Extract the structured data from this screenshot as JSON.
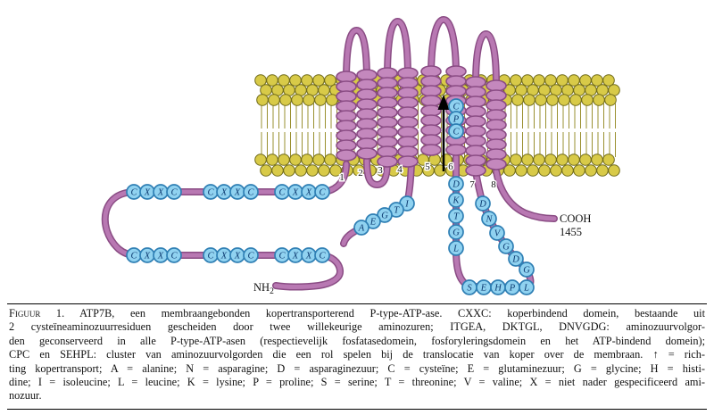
{
  "figure": {
    "helix_numbers": [
      "1",
      "2",
      "3",
      "4",
      "5",
      "6",
      "7",
      "8"
    ],
    "chains": [
      {
        "name": "cxxc-top-1",
        "letters": [
          "C",
          "X",
          "X",
          "C"
        ]
      },
      {
        "name": "cxxc-top-2",
        "letters": [
          "C",
          "X",
          "X",
          "C"
        ]
      },
      {
        "name": "cxxc-top-3",
        "letters": [
          "C",
          "X",
          "X",
          "C"
        ]
      },
      {
        "name": "cxxc-bottom-1",
        "letters": [
          "C",
          "X",
          "X",
          "C"
        ]
      },
      {
        "name": "cxxc-bottom-2",
        "letters": [
          "C",
          "X",
          "X",
          "C"
        ]
      },
      {
        "name": "cxxc-bottom-3",
        "letters": [
          "C",
          "X",
          "X",
          "C"
        ]
      },
      {
        "name": "itgea",
        "letters": [
          "I",
          "T",
          "G",
          "E",
          "A"
        ]
      },
      {
        "name": "dktgl",
        "letters": [
          "D",
          "K",
          "T",
          "G",
          "L"
        ]
      },
      {
        "name": "sehpl",
        "letters": [
          "S",
          "E",
          "H",
          "P",
          "L"
        ]
      },
      {
        "name": "dnvgdg",
        "letters": [
          "D",
          "N",
          "V",
          "G",
          "D",
          "G"
        ]
      },
      {
        "name": "cpc",
        "letters": [
          "C",
          "P",
          "C"
        ]
      }
    ],
    "labels": {
      "nh2_main": "NH",
      "nh2_sub": "2",
      "cooh": "COOH",
      "cooh_number": "1455"
    },
    "colors": {
      "strand": "#b878b2",
      "strand_dark": "#8a4c84",
      "helix_fill": "#c488bd",
      "bead_fill": "#90d2f0",
      "bead_stroke": "#2f7fb4",
      "bead_text": "#0c3a70",
      "head_fill": "#d8ca48",
      "head_stroke": "#6f6a1a",
      "tail_stroke": "#9a9030",
      "arrow": "#000000",
      "text": "#111111"
    }
  },
  "caption": {
    "label": "Figuur 1.",
    "lines": [
      "ATP7B, een membraangebonden kopertransporterend P-type-ATP-ase. CXXC: koperbindend domein, bestaande uit",
      "2 cysteïneaminozuurresiduen gescheiden door twee willekeurige aminozuren; ITGEA, DKTGL, DNVGDG: aminozuurvolgor-",
      "den geconserveerd in alle P-type-ATP-asen (respectievelijk fosfatasedomein, fosforyleringsdomein en het ATP-bindend domein);",
      "CPC en SEHPL: cluster van aminozuurvolgorden die een rol spelen bij de translocatie van koper over de membraan. ↑ = rich-",
      "ting kopertransport; A = alanine; N = asparagine; D = asparaginezuur; C = cysteïne; E = glutaminezuur; G = glycine; H = histi-",
      "dine; I = isoleucine; L = leucine; K = lysine; P = proline; S = serine; T = threonine; V = valine; X = niet nader gespecificeerd ami-",
      "nozuur."
    ]
  }
}
